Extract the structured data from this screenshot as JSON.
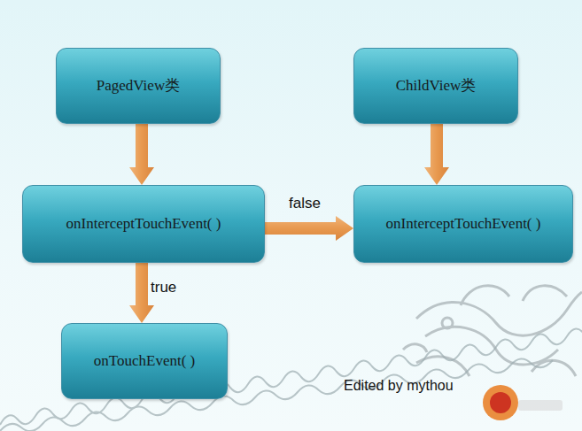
{
  "diagram": {
    "nodes": [
      {
        "text": [
          "PagedView类"
        ]
      },
      {
        "text": [
          "ChildView类"
        ]
      },
      {
        "text": [
          "onInterceptTouchEvent( )"
        ]
      },
      {
        "text": [
          "onInterceptTouchEvent( )"
        ]
      },
      {
        "text": [
          "onTouchEvent( )"
        ]
      }
    ],
    "edges": [
      {
        "from": 0,
        "to": 2,
        "arrow": "to"
      },
      {
        "from": 1,
        "to": 3,
        "arrow": "to"
      },
      {
        "from": 2,
        "to": 3,
        "label": "false",
        "arrow": "to"
      },
      {
        "from": 2,
        "to": 4,
        "label": "true",
        "arrow": "to"
      }
    ],
    "labels": [
      "Edited by mythou"
    ]
  }
}
